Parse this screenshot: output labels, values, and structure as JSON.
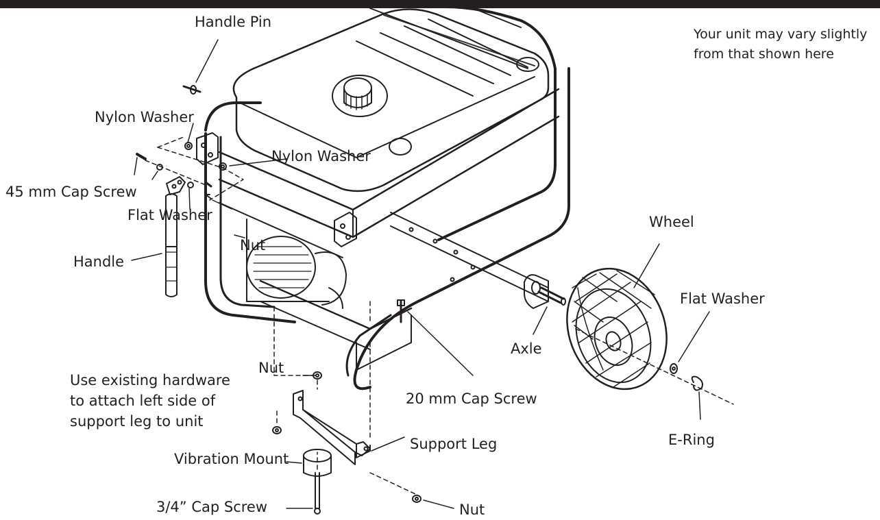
{
  "note_top_right": {
    "line1": "Your unit may vary slightly",
    "line2": "from that shown here"
  },
  "note_left": {
    "line1": "Use existing hardware",
    "line2": "to attach left side of",
    "line3": "support leg to unit"
  },
  "labels": {
    "handle_pin": "Handle Pin",
    "nylon_washer_left": "Nylon Washer",
    "nylon_washer_right": "Nylon Washer",
    "cap_screw_45": "45 mm Cap Screw",
    "flat_washer_left": "Flat Washer",
    "nut_upper": "Nut",
    "handle": "Handle",
    "wheel": "Wheel",
    "flat_washer_right": "Flat Washer",
    "axle": "Axle",
    "cap_screw_20": "20 mm Cap Screw",
    "nut_middle": "Nut",
    "support_leg": "Support Leg",
    "e_ring": "E-Ring",
    "vibration_mount": "Vibration Mount",
    "cap_screw_34": "3/4” Cap Screw",
    "nut_bottom": "Nut"
  },
  "colors": {
    "line": "#231f20",
    "background": "#ffffff"
  }
}
